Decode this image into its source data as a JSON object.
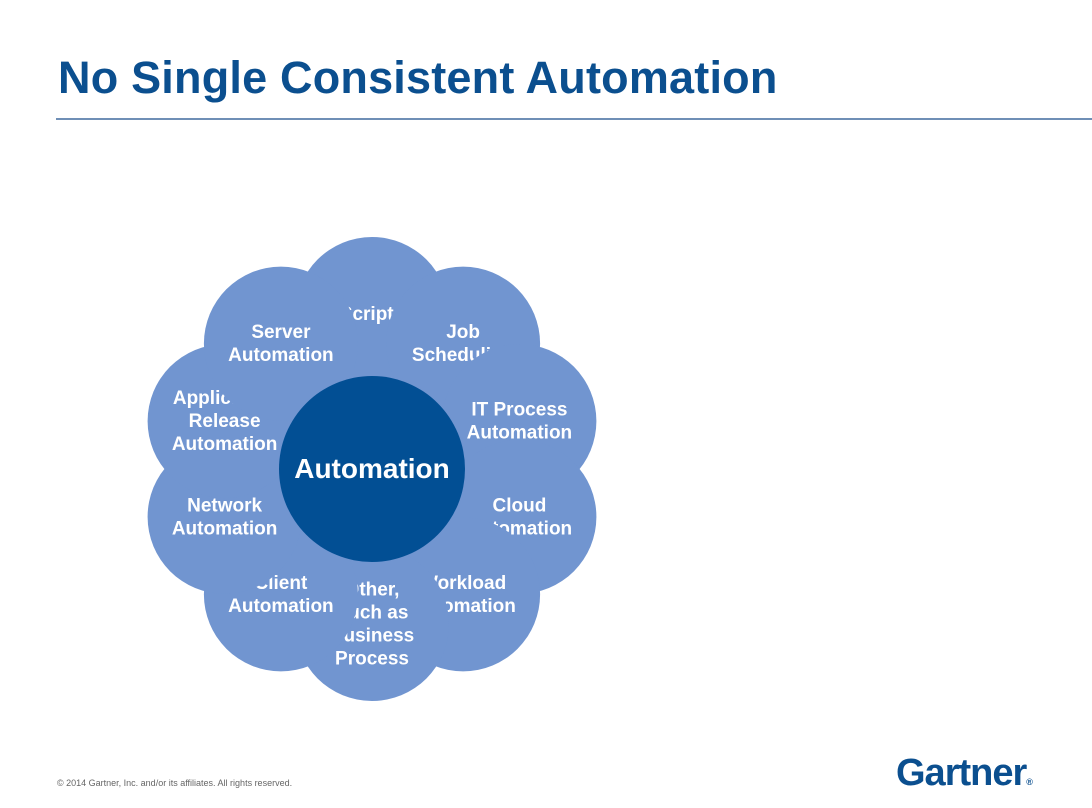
{
  "title": "No Single Consistent Automation",
  "center": {
    "label": "Automation"
  },
  "nodes": [
    {
      "id": "scripts",
      "lines": [
        "Scripts"
      ]
    },
    {
      "id": "job-scheduling",
      "lines": [
        "Job",
        "Scheduling"
      ]
    },
    {
      "id": "it-process-automation",
      "lines": [
        "IT Process",
        "Automation"
      ]
    },
    {
      "id": "cloud-automation",
      "lines": [
        "Cloud",
        "Automation"
      ]
    },
    {
      "id": "workload-automation",
      "lines": [
        "Workload",
        "Automation"
      ]
    },
    {
      "id": "other",
      "lines": [
        "Other,",
        "Such as",
        "Business",
        "Process"
      ]
    },
    {
      "id": "client-automation",
      "lines": [
        "Client",
        "Automation"
      ]
    },
    {
      "id": "network-automation",
      "lines": [
        "Network",
        "Automation"
      ]
    },
    {
      "id": "application-release-automation",
      "lines": [
        "Application",
        "Release",
        "Automation"
      ]
    },
    {
      "id": "server-automation",
      "lines": [
        "Server",
        "Automation"
      ]
    }
  ],
  "footer": {
    "copyright": "© 2014 Gartner, Inc. and/or its affiliates. All rights reserved."
  },
  "logo": {
    "text": "Gartner",
    "mark": "®"
  },
  "colors": {
    "title": "#0b4f8f",
    "center": "#024f94",
    "node": "#7195d0",
    "arrow": "#999999",
    "rule": "#6f8fb6"
  }
}
